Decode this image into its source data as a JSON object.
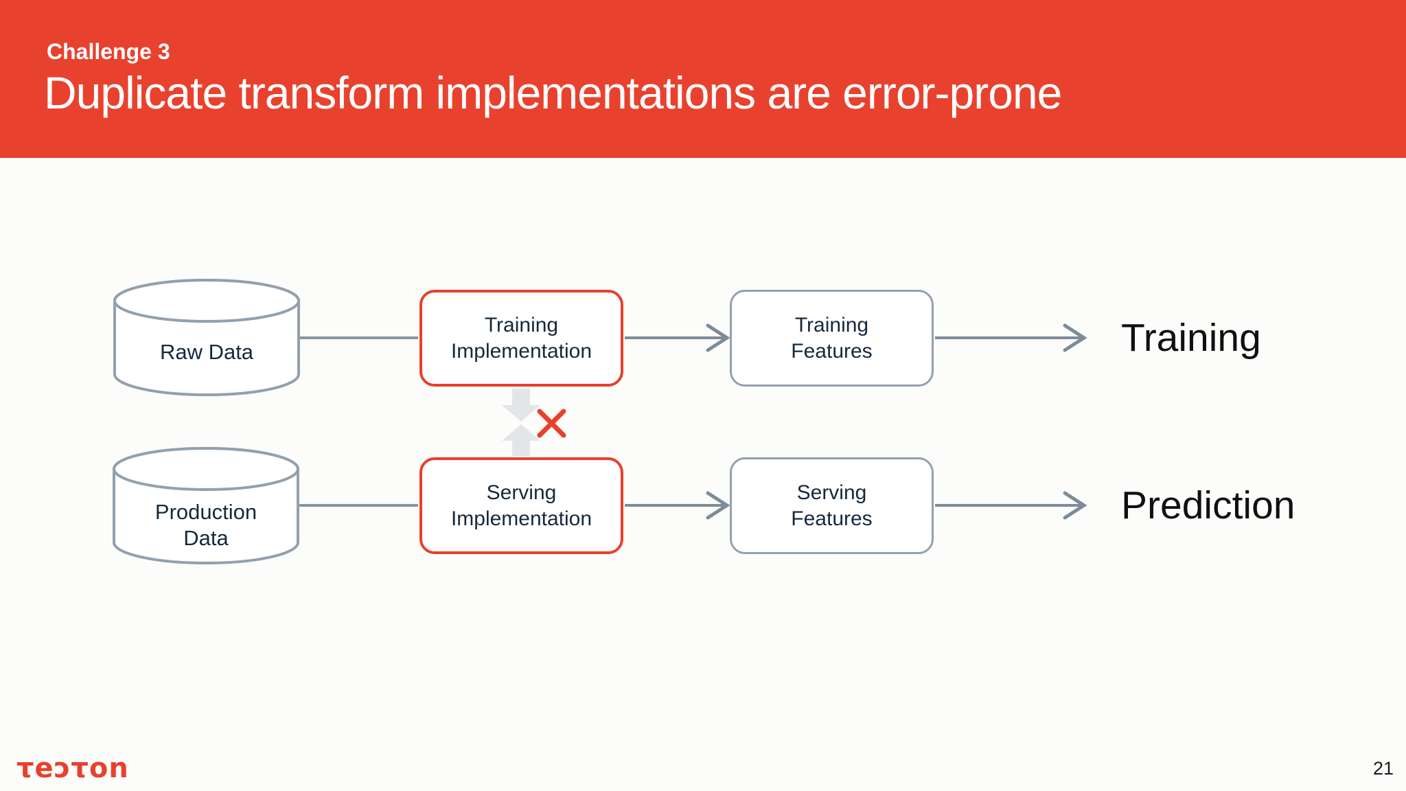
{
  "header": {
    "kicker": "Challenge 3",
    "title": "Duplicate transform implementations are error-prone"
  },
  "diagram": {
    "rows": [
      {
        "source": "Raw Data",
        "implementation": "Training\nImplementation",
        "features": "Training\nFeatures",
        "output": "Training"
      },
      {
        "source": "Production\nData",
        "implementation": "Serving\nImplementation",
        "features": "Serving\nFeatures",
        "output": "Prediction"
      }
    ],
    "conflict_icon": "x-icon"
  },
  "footer": {
    "logo_text": "tecton",
    "logo_display": "τeɔτon",
    "page_number": "21"
  },
  "colors": {
    "header_red": "#e8422e",
    "accent_red": "#e8402c",
    "outline_gray": "#93a0ad",
    "connector_gray": "#7d8b99",
    "merge_arrow_gray": "#e3e6e9",
    "box_text_navy": "#15293c",
    "label_black": "#101010"
  }
}
